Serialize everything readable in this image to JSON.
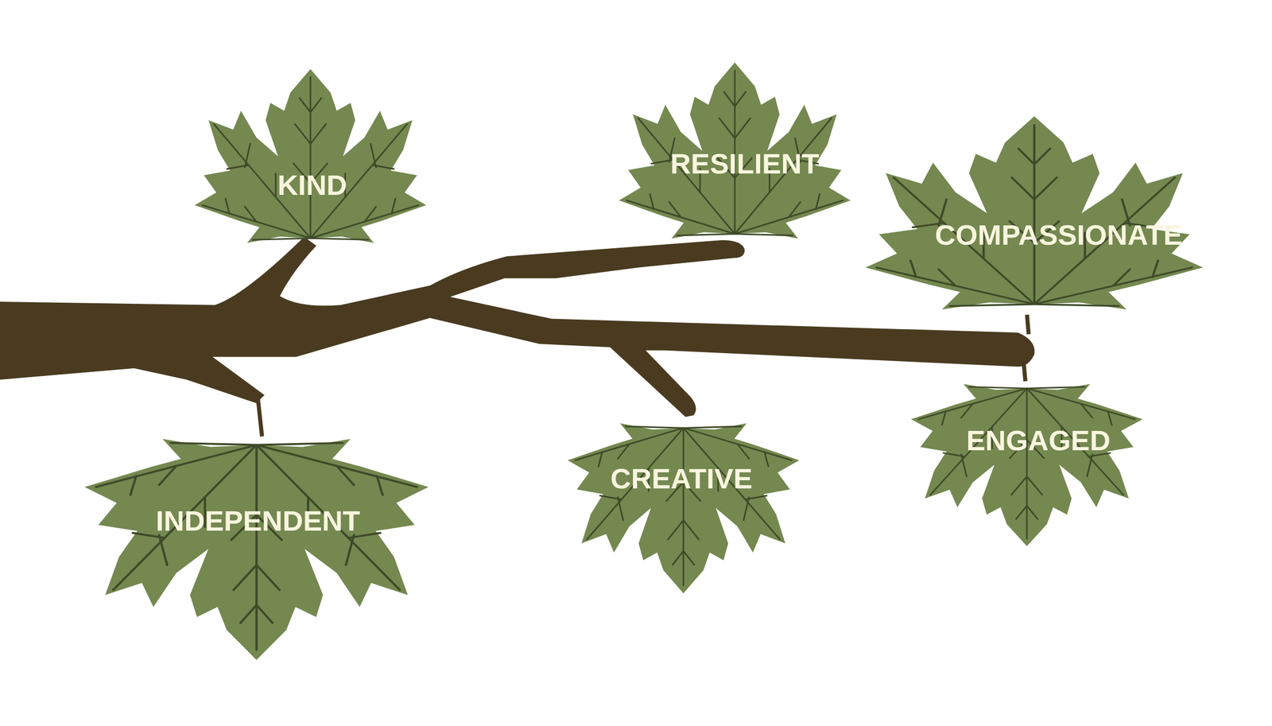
{
  "diagram": {
    "nodes": [
      {
        "text": [
          "KIND"
        ]
      },
      {
        "text": [
          "RESILIENT"
        ]
      },
      {
        "text": [
          "COMPASSIONATE"
        ]
      },
      {
        "text": [
          "INDEPENDENT"
        ]
      },
      {
        "text": [
          "CREATIVE"
        ]
      },
      {
        "text": [
          "ENGAGED"
        ]
      }
    ]
  }
}
